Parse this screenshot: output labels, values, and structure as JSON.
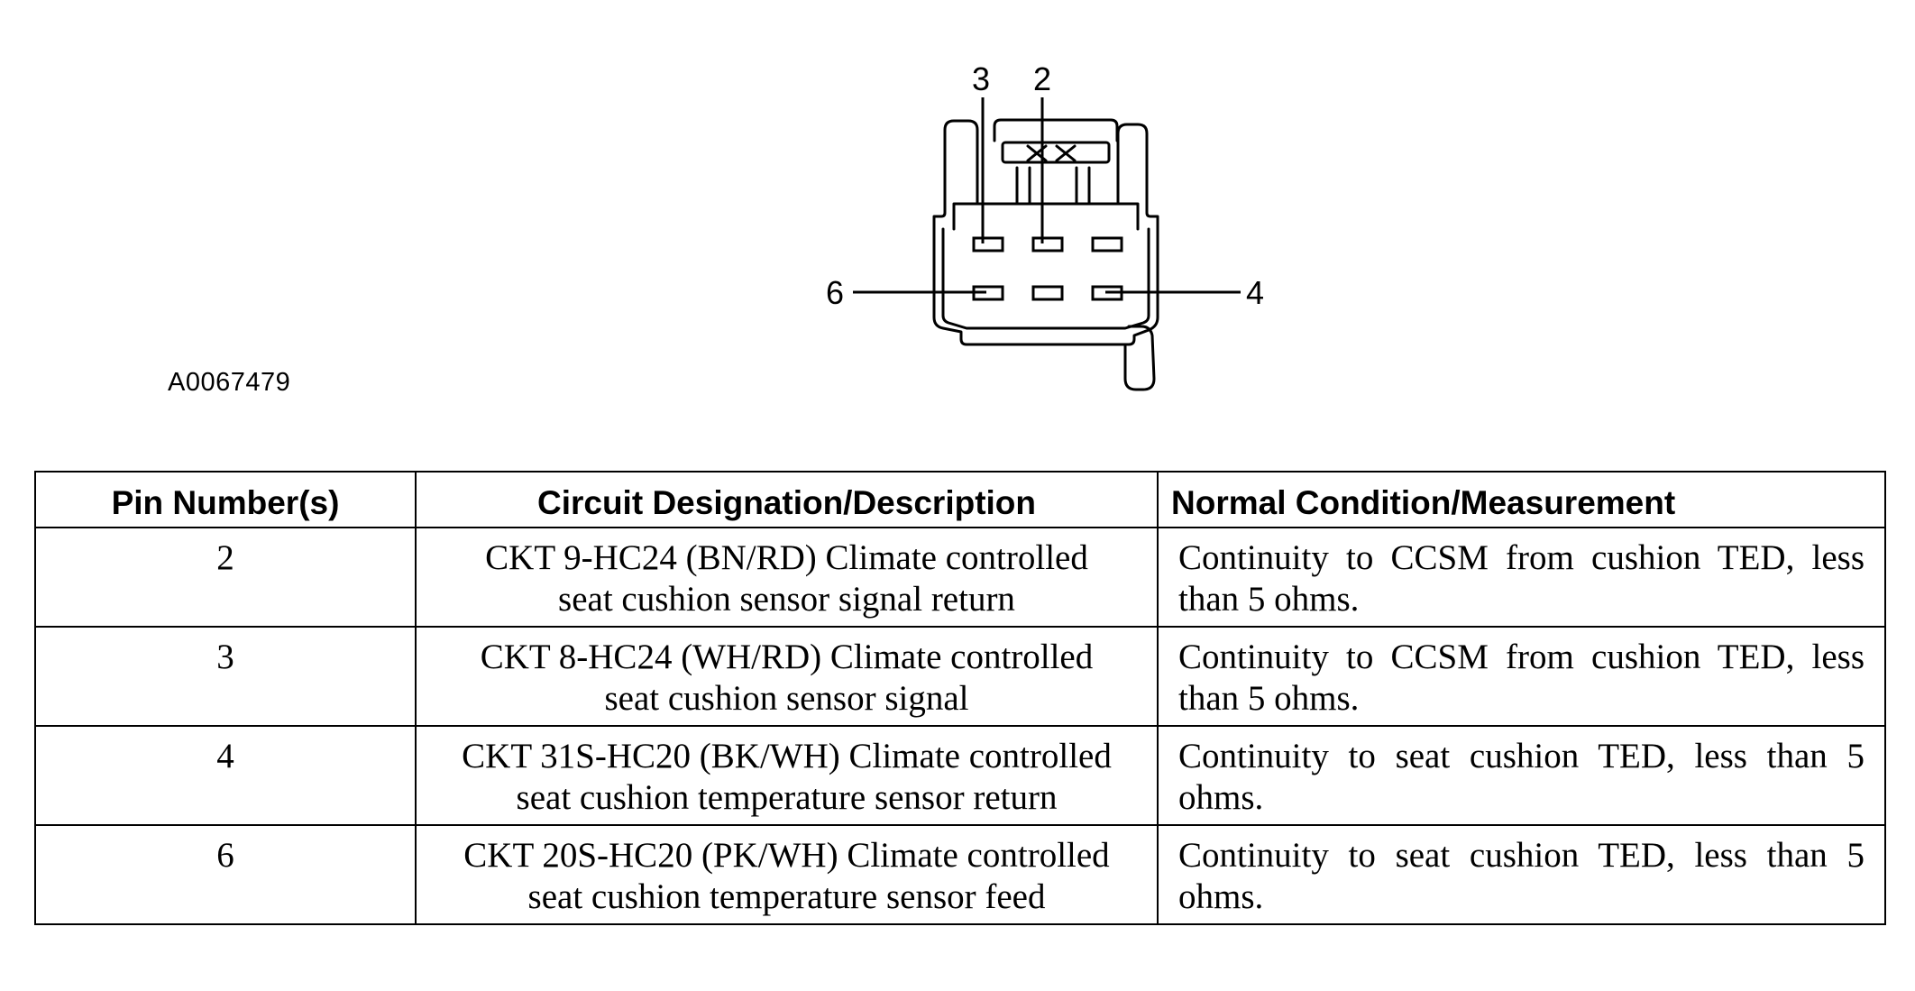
{
  "diagram": {
    "id": "A0067479",
    "callouts": {
      "pin_3": "3",
      "pin_2": "2",
      "pin_6": "6",
      "pin_4": "4"
    }
  },
  "table": {
    "headers": {
      "pin": "Pin Number(s)",
      "description": "Circuit Designation/Description",
      "condition": "Normal Condition/Measurement"
    },
    "rows": [
      {
        "pin": "2",
        "desc_line1": "CKT 9-HC24 (BN/RD) Climate controlled",
        "desc_line2": "seat cushion sensor signal return",
        "condition": "Continuity to CCSM from cushion TED, less than 5 ohms."
      },
      {
        "pin": "3",
        "desc_line1": "CKT 8-HC24 (WH/RD) Climate controlled",
        "desc_line2": "seat cushion sensor signal",
        "condition": "Continuity to CCSM from cushion TED, less than 5 ohms."
      },
      {
        "pin": "4",
        "desc_line1": "CKT 31S-HC20 (BK/WH) Climate controlled",
        "desc_line2": "seat cushion temperature sensor return",
        "condition": "Continuity to seat cushion TED, less than 5 ohms."
      },
      {
        "pin": "6",
        "desc_line1": "CKT 20S-HC20 (PK/WH) Climate controlled",
        "desc_line2": "seat cushion temperature sensor feed",
        "condition": "Continuity to seat cushion TED, less than 5 ohms."
      }
    ]
  }
}
